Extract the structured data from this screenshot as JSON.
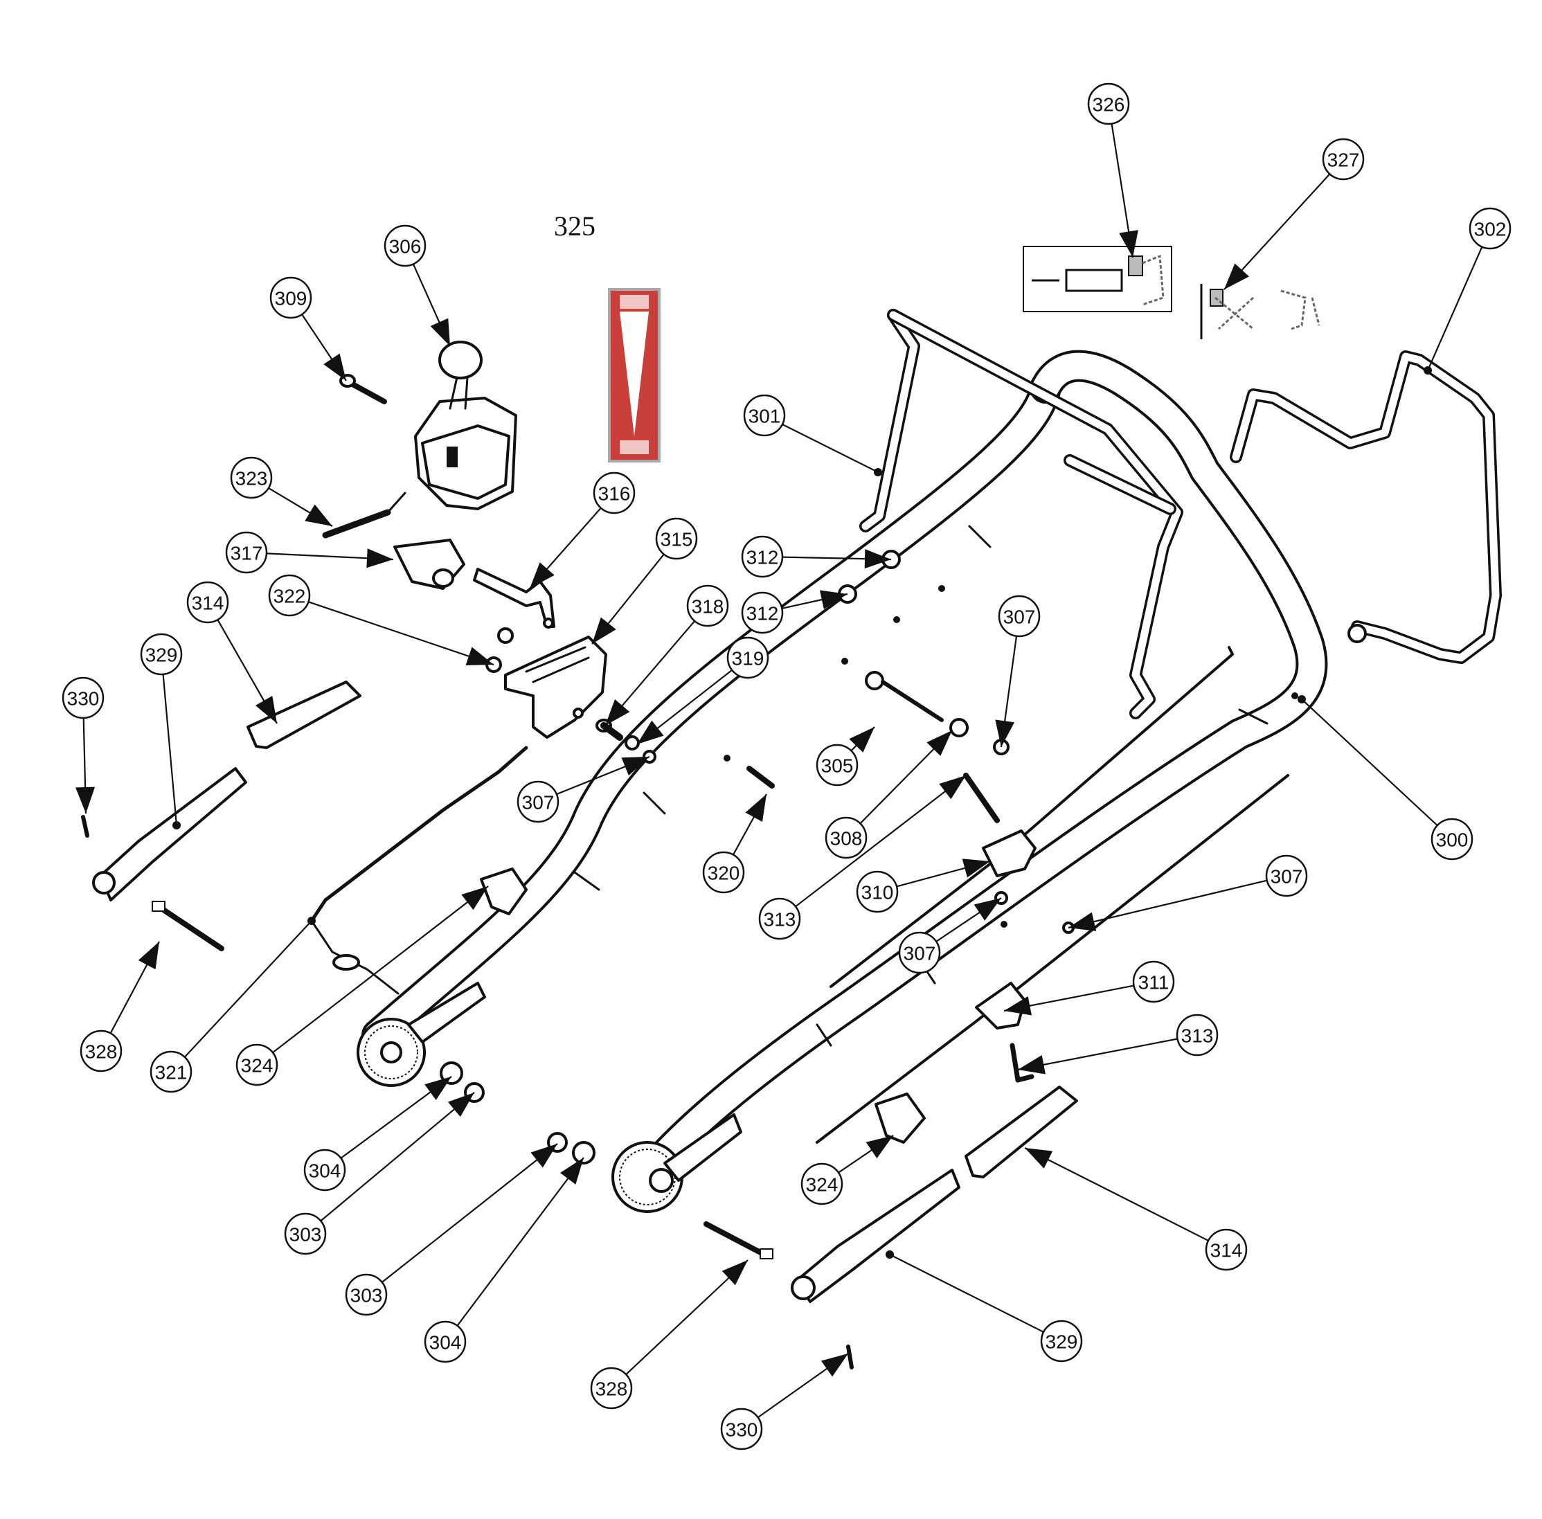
{
  "diagram": {
    "decal_label": "325",
    "callouts": [
      "326",
      "327",
      "302",
      "306",
      "309",
      "301",
      "323",
      "316",
      "317",
      "315",
      "312",
      "312",
      "314",
      "322",
      "318",
      "307",
      "329",
      "319",
      "330",
      "305",
      "307",
      "308",
      "300",
      "320",
      "310",
      "313",
      "307",
      "307",
      "328",
      "311",
      "313",
      "324",
      "321",
      "324",
      "304",
      "303",
      "314",
      "303",
      "304",
      "329",
      "328",
      "330"
    ]
  },
  "colors": {
    "decal_red": "#c9403a",
    "decal_border": "#a8a8a8",
    "line": "#111111"
  }
}
